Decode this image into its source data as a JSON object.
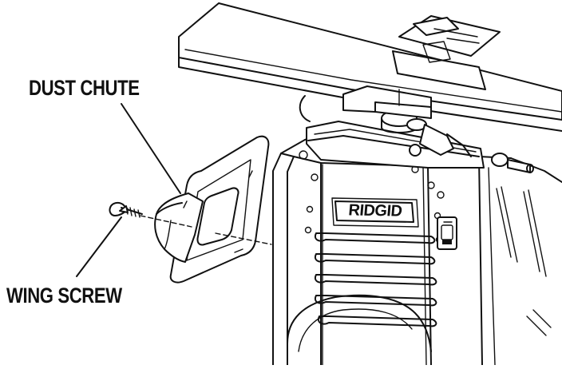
{
  "labels": {
    "dust_chute": "DUST CHUTE",
    "wing_screw": "WING SCREW"
  },
  "brand": {
    "logo_text": "RIDGID"
  }
}
